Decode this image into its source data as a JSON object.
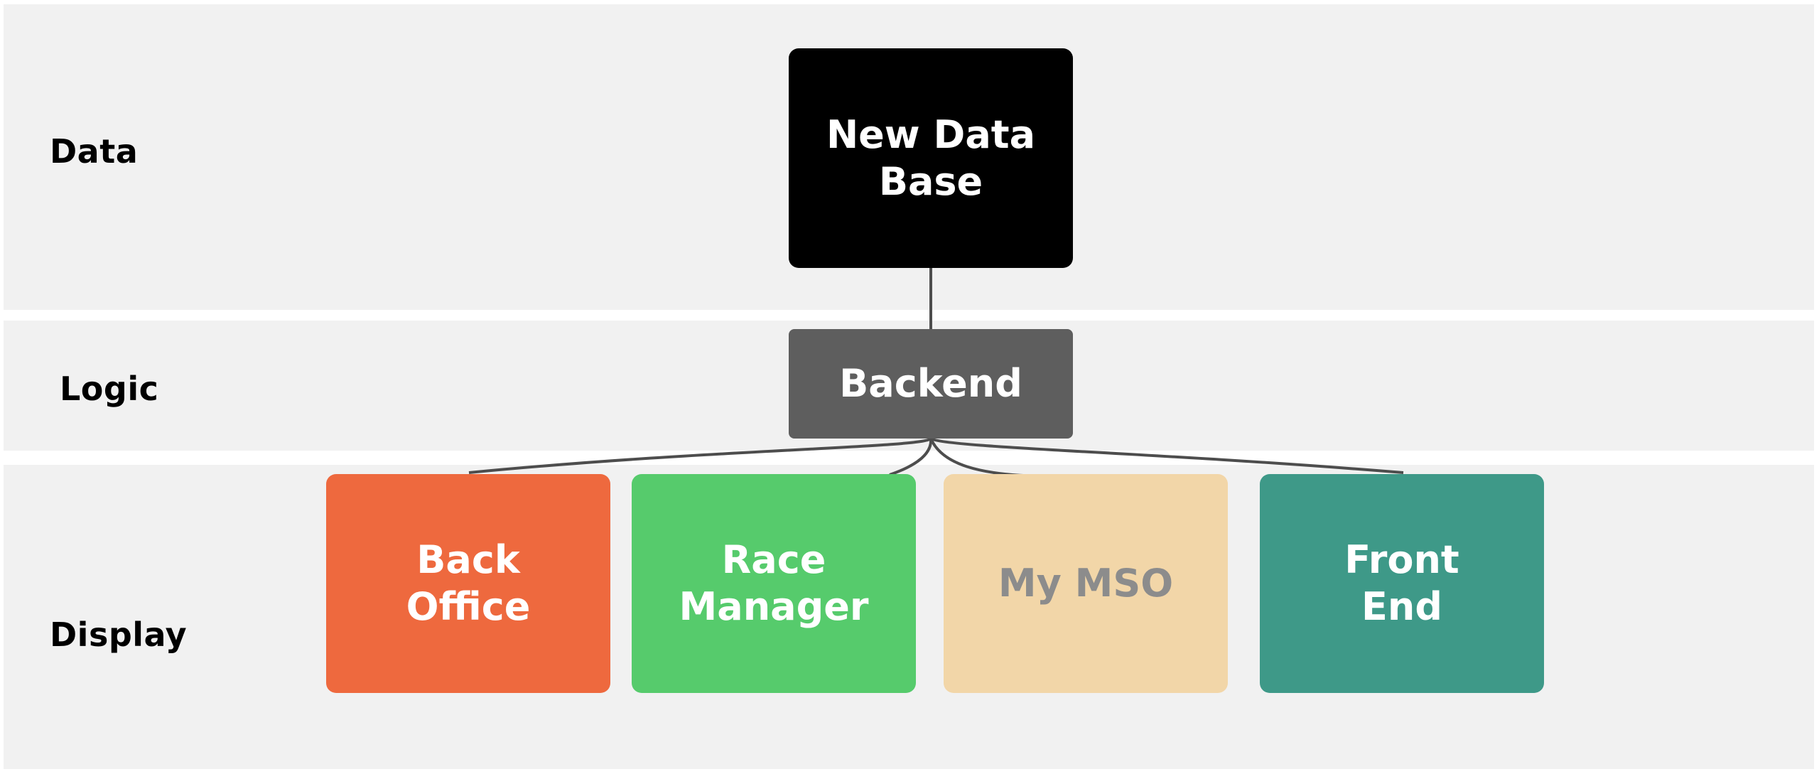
{
  "layers": {
    "data": "Data",
    "logic": "Logic",
    "display": "Display"
  },
  "nodes": {
    "database": {
      "label": "New Data Base",
      "fill": "#000000",
      "text_color": "#ffffff"
    },
    "backend": {
      "label": "Backend",
      "fill": "#5e5e5e",
      "text_color": "#ffffff"
    },
    "back_office": {
      "label": "Back Office",
      "fill": "#ee693e",
      "text_color": "#ffffff"
    },
    "race_manager": {
      "label": "Race Manager",
      "fill": "#56cb6c",
      "text_color": "#ffffff"
    },
    "my_mso": {
      "label": "My MSO",
      "fill": "#f2d6a8",
      "text_color": "#8c8c8c"
    },
    "front_end": {
      "label": "Front End",
      "fill": "#3e9988",
      "text_color": "#ffffff"
    }
  },
  "connections": [
    {
      "from": "database",
      "to": "backend"
    },
    {
      "from": "backend",
      "to": "back_office"
    },
    {
      "from": "backend",
      "to": "race_manager"
    },
    {
      "from": "backend",
      "to": "my_mso"
    },
    {
      "from": "backend",
      "to": "front_end"
    }
  ],
  "colors": {
    "band": "#f1f1f1",
    "connector": "#4d4d4d"
  }
}
